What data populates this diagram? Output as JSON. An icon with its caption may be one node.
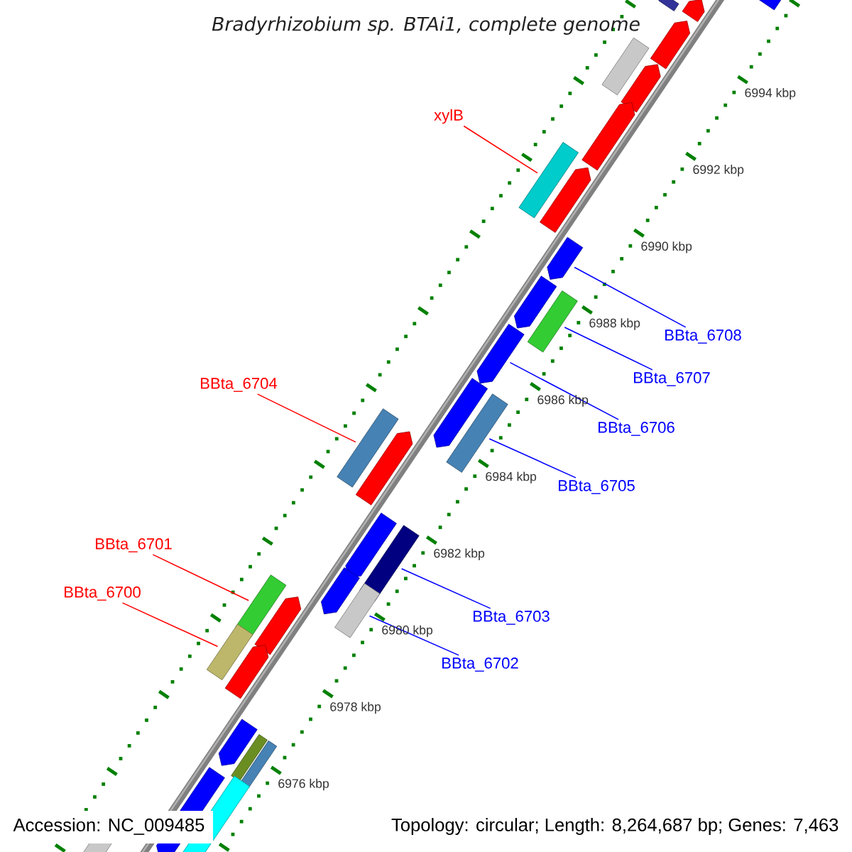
{
  "diagram": {
    "title": "Bradyrhizobium sp. BTAi1, complete genome",
    "nodes": [
      {
        "text": [
          "xylB"
        ]
      },
      {
        "text": [
          "BBta_6708"
        ]
      },
      {
        "text": [
          "BBta_6707"
        ]
      },
      {
        "text": [
          "BBta_6704"
        ]
      },
      {
        "text": [
          "BBta_6706"
        ]
      },
      {
        "text": [
          "BBta_6705"
        ]
      },
      {
        "text": [
          "BBta_6701"
        ]
      },
      {
        "text": [
          "BBta_6700"
        ]
      },
      {
        "text": [
          "BBta_6703"
        ]
      },
      {
        "text": [
          "BBta_6702"
        ]
      },
      {
        "text": [],
        "shape": "bar"
      },
      {
        "text": [],
        "shape": "bar"
      },
      {
        "text": [],
        "shape": "bar"
      },
      {
        "text": [],
        "shape": "bar"
      },
      {
        "text": [],
        "shape": "bar"
      },
      {
        "text": [],
        "shape": "bar"
      },
      {
        "text": [],
        "shape": "bar"
      },
      {
        "text": [],
        "shape": "bar"
      },
      {
        "text": [],
        "shape": "bar"
      },
      {
        "text": [],
        "shape": "bar"
      },
      {
        "text": [],
        "shape": "bar"
      },
      {
        "text": [],
        "shape": "bar"
      },
      {
        "text": [],
        "shape": "bar"
      },
      {
        "text": [],
        "shape": "bar"
      },
      {
        "text": [],
        "shape": "bar"
      },
      {
        "text": [],
        "shape": "bar"
      },
      {
        "text": [],
        "shape": "bar"
      },
      {
        "text": [],
        "shape": "bar"
      },
      {
        "text": [],
        "shape": "bar"
      },
      {
        "text": [],
        "shape": "bar"
      },
      {
        "text": [],
        "shape": "bar"
      },
      {
        "text": [],
        "shape": "bar"
      },
      {
        "text": [],
        "shape": "bar"
      },
      {
        "text": [],
        "shape": "bar"
      },
      {
        "text": [],
        "shape": "bar"
      },
      {
        "text": [],
        "shape": "bar"
      },
      {
        "text": [],
        "shape": "bar"
      },
      {
        "text": [],
        "shape": "bar"
      },
      {
        "text": [],
        "shape": "bar"
      },
      {
        "text": [],
        "shape": "bar"
      },
      {
        "text": [],
        "shape": "bar"
      }
    ],
    "edges": [
      {
        "from": 0,
        "to": 10,
        "arrow": "none",
        "color": "#ff0000"
      },
      {
        "from": 1,
        "to": 11,
        "arrow": "none"
      },
      {
        "from": 2,
        "to": 12,
        "arrow": "none"
      },
      {
        "from": 3,
        "to": 15,
        "arrow": "none",
        "color": "#ff0000"
      },
      {
        "from": 4,
        "to": 13,
        "arrow": "none"
      },
      {
        "from": 5,
        "to": 14,
        "arrow": "none"
      },
      {
        "from": 6,
        "to": 17,
        "arrow": "none",
        "color": "#ff0000"
      },
      {
        "from": 7,
        "to": 19,
        "arrow": "none",
        "color": "#ff0000"
      },
      {
        "from": 8,
        "to": 16,
        "arrow": "none"
      },
      {
        "from": 9,
        "to": 18,
        "arrow": "none"
      }
    ],
    "labels": [
      "6994 kbp",
      "6992 kbp",
      "6990 kbp",
      "6988 kbp",
      "6986 kbp",
      "6984 kbp",
      "6982 kbp",
      "6980 kbp",
      "6978 kbp",
      "6976 kbp",
      "Accession: NC_009485",
      "Topology: circular; Length: 8,264,687 bp; Genes: 7,463"
    ]
  }
}
